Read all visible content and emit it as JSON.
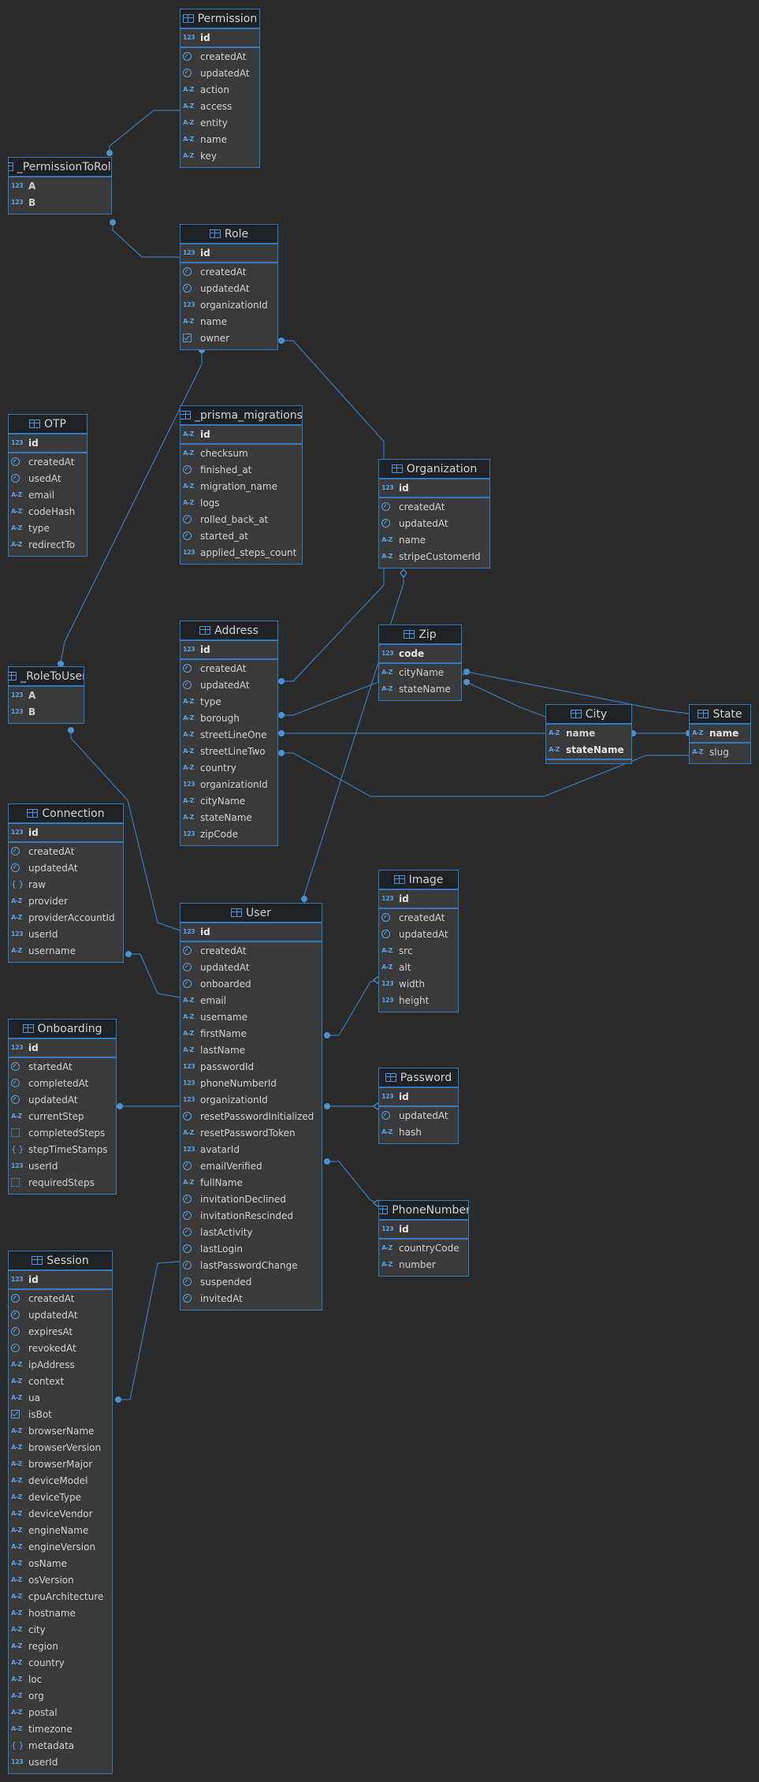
{
  "colors": {
    "background": "#2b2b2b",
    "accent": "#2f7bc4",
    "link": "#3a7ab8",
    "header": "#1f2124",
    "body": "#3a3a3a"
  },
  "icons": {
    "int": "123",
    "string": "A-Z",
    "date": "clock-icon",
    "bool": "checkbox-icon",
    "json": "{ }",
    "array": "array-icon",
    "table": "table-icon"
  },
  "tables": [
    {
      "id": "permission",
      "name": "Permission",
      "columns": [
        {
          "name": "id",
          "type": "int",
          "pk": true
        },
        {
          "name": "createdAt",
          "type": "date"
        },
        {
          "name": "updatedAt",
          "type": "date"
        },
        {
          "name": "action",
          "type": "string"
        },
        {
          "name": "access",
          "type": "string"
        },
        {
          "name": "entity",
          "type": "string"
        },
        {
          "name": "name",
          "type": "string"
        },
        {
          "name": "key",
          "type": "string"
        }
      ]
    },
    {
      "id": "permission-to-role",
      "name": "_PermissionToRole",
      "columns": [
        {
          "name": "A",
          "type": "int",
          "strong": true
        },
        {
          "name": "B",
          "type": "int",
          "strong": true
        }
      ]
    },
    {
      "id": "role",
      "name": "Role",
      "columns": [
        {
          "name": "id",
          "type": "int",
          "pk": true
        },
        {
          "name": "createdAt",
          "type": "date"
        },
        {
          "name": "updatedAt",
          "type": "date"
        },
        {
          "name": "organizationId",
          "type": "int"
        },
        {
          "name": "name",
          "type": "string"
        },
        {
          "name": "owner",
          "type": "bool"
        }
      ]
    },
    {
      "id": "otp",
      "name": "OTP",
      "columns": [
        {
          "name": "id",
          "type": "int",
          "pk": true
        },
        {
          "name": "createdAt",
          "type": "date"
        },
        {
          "name": "usedAt",
          "type": "date"
        },
        {
          "name": "email",
          "type": "string"
        },
        {
          "name": "codeHash",
          "type": "string"
        },
        {
          "name": "type",
          "type": "string"
        },
        {
          "name": "redirectTo",
          "type": "string"
        }
      ]
    },
    {
      "id": "prisma-migrations",
      "name": "_prisma_migrations",
      "columns": [
        {
          "name": "id",
          "type": "string",
          "pk": true
        },
        {
          "name": "checksum",
          "type": "string"
        },
        {
          "name": "finished_at",
          "type": "date"
        },
        {
          "name": "migration_name",
          "type": "string"
        },
        {
          "name": "logs",
          "type": "string"
        },
        {
          "name": "rolled_back_at",
          "type": "date"
        },
        {
          "name": "started_at",
          "type": "date"
        },
        {
          "name": "applied_steps_count",
          "type": "int"
        }
      ]
    },
    {
      "id": "organization",
      "name": "Organization",
      "columns": [
        {
          "name": "id",
          "type": "int",
          "pk": true
        },
        {
          "name": "createdAt",
          "type": "date"
        },
        {
          "name": "updatedAt",
          "type": "date"
        },
        {
          "name": "name",
          "type": "string"
        },
        {
          "name": "stripeCustomerId",
          "type": "string"
        }
      ]
    },
    {
      "id": "address",
      "name": "Address",
      "columns": [
        {
          "name": "id",
          "type": "int",
          "pk": true
        },
        {
          "name": "createdAt",
          "type": "date"
        },
        {
          "name": "updatedAt",
          "type": "date"
        },
        {
          "name": "type",
          "type": "string"
        },
        {
          "name": "borough",
          "type": "string"
        },
        {
          "name": "streetLineOne",
          "type": "string"
        },
        {
          "name": "streetLineTwo",
          "type": "string"
        },
        {
          "name": "country",
          "type": "string"
        },
        {
          "name": "organizationId",
          "type": "int"
        },
        {
          "name": "cityName",
          "type": "string"
        },
        {
          "name": "stateName",
          "type": "string"
        },
        {
          "name": "zipCode",
          "type": "int"
        }
      ]
    },
    {
      "id": "zip",
      "name": "Zip",
      "columns": [
        {
          "name": "code",
          "type": "int",
          "pk": true
        },
        {
          "name": "cityName",
          "type": "string"
        },
        {
          "name": "stateName",
          "type": "string"
        }
      ]
    },
    {
      "id": "city",
      "name": "City",
      "columns": [
        {
          "name": "name",
          "type": "string",
          "strong": true
        },
        {
          "name": "stateName",
          "type": "string",
          "pk": true
        }
      ]
    },
    {
      "id": "state",
      "name": "State",
      "columns": [
        {
          "name": "name",
          "type": "string",
          "pk": true
        },
        {
          "name": "slug",
          "type": "string"
        }
      ]
    },
    {
      "id": "role-to-user",
      "name": "_RoleToUser",
      "columns": [
        {
          "name": "A",
          "type": "int",
          "strong": true
        },
        {
          "name": "B",
          "type": "int",
          "strong": true
        }
      ]
    },
    {
      "id": "connection",
      "name": "Connection",
      "columns": [
        {
          "name": "id",
          "type": "int",
          "pk": true
        },
        {
          "name": "createdAt",
          "type": "date"
        },
        {
          "name": "updatedAt",
          "type": "date"
        },
        {
          "name": "raw",
          "type": "json"
        },
        {
          "name": "provider",
          "type": "string"
        },
        {
          "name": "providerAccountId",
          "type": "string"
        },
        {
          "name": "userId",
          "type": "int"
        },
        {
          "name": "username",
          "type": "string"
        }
      ]
    },
    {
      "id": "image",
      "name": "Image",
      "columns": [
        {
          "name": "id",
          "type": "int",
          "pk": true
        },
        {
          "name": "createdAt",
          "type": "date"
        },
        {
          "name": "updatedAt",
          "type": "date"
        },
        {
          "name": "src",
          "type": "string"
        },
        {
          "name": "alt",
          "type": "string"
        },
        {
          "name": "width",
          "type": "int"
        },
        {
          "name": "height",
          "type": "int"
        }
      ]
    },
    {
      "id": "user",
      "name": "User",
      "columns": [
        {
          "name": "id",
          "type": "int",
          "pk": true
        },
        {
          "name": "createdAt",
          "type": "date"
        },
        {
          "name": "updatedAt",
          "type": "date"
        },
        {
          "name": "onboarded",
          "type": "date"
        },
        {
          "name": "email",
          "type": "string"
        },
        {
          "name": "username",
          "type": "string"
        },
        {
          "name": "firstName",
          "type": "string"
        },
        {
          "name": "lastName",
          "type": "string"
        },
        {
          "name": "passwordId",
          "type": "int"
        },
        {
          "name": "phoneNumberId",
          "type": "int"
        },
        {
          "name": "organizationId",
          "type": "int"
        },
        {
          "name": "resetPasswordInitialized",
          "type": "date"
        },
        {
          "name": "resetPasswordToken",
          "type": "string"
        },
        {
          "name": "avatarId",
          "type": "int"
        },
        {
          "name": "emailVerified",
          "type": "date"
        },
        {
          "name": "fullName",
          "type": "string"
        },
        {
          "name": "invitationDeclined",
          "type": "date"
        },
        {
          "name": "invitationRescinded",
          "type": "date"
        },
        {
          "name": "lastActivity",
          "type": "date"
        },
        {
          "name": "lastLogin",
          "type": "date"
        },
        {
          "name": "lastPasswordChange",
          "type": "date"
        },
        {
          "name": "suspended",
          "type": "date"
        },
        {
          "name": "invitedAt",
          "type": "date"
        }
      ]
    },
    {
      "id": "onboarding",
      "name": "Onboarding",
      "columns": [
        {
          "name": "id",
          "type": "int",
          "pk": true
        },
        {
          "name": "startedAt",
          "type": "date"
        },
        {
          "name": "completedAt",
          "type": "date"
        },
        {
          "name": "updatedAt",
          "type": "date"
        },
        {
          "name": "currentStep",
          "type": "string"
        },
        {
          "name": "completedSteps",
          "type": "array"
        },
        {
          "name": "stepTimeStamps",
          "type": "json"
        },
        {
          "name": "userId",
          "type": "int"
        },
        {
          "name": "requiredSteps",
          "type": "array"
        }
      ]
    },
    {
      "id": "password",
      "name": "Password",
      "columns": [
        {
          "name": "id",
          "type": "int",
          "pk": true
        },
        {
          "name": "updatedAt",
          "type": "date"
        },
        {
          "name": "hash",
          "type": "string"
        }
      ]
    },
    {
      "id": "phone-number",
      "name": "PhoneNumber",
      "columns": [
        {
          "name": "id",
          "type": "int",
          "pk": true
        },
        {
          "name": "countryCode",
          "type": "string"
        },
        {
          "name": "number",
          "type": "string"
        }
      ]
    },
    {
      "id": "session",
      "name": "Session",
      "columns": [
        {
          "name": "id",
          "type": "int",
          "pk": true
        },
        {
          "name": "createdAt",
          "type": "date"
        },
        {
          "name": "updatedAt",
          "type": "date"
        },
        {
          "name": "expiresAt",
          "type": "date"
        },
        {
          "name": "revokedAt",
          "type": "date"
        },
        {
          "name": "ipAddress",
          "type": "string"
        },
        {
          "name": "context",
          "type": "string"
        },
        {
          "name": "ua",
          "type": "string"
        },
        {
          "name": "isBot",
          "type": "bool"
        },
        {
          "name": "browserName",
          "type": "string"
        },
        {
          "name": "browserVersion",
          "type": "string"
        },
        {
          "name": "browserMajor",
          "type": "string"
        },
        {
          "name": "deviceModel",
          "type": "string"
        },
        {
          "name": "deviceType",
          "type": "string"
        },
        {
          "name": "deviceVendor",
          "type": "string"
        },
        {
          "name": "engineName",
          "type": "string"
        },
        {
          "name": "engineVersion",
          "type": "string"
        },
        {
          "name": "osName",
          "type": "string"
        },
        {
          "name": "osVersion",
          "type": "string"
        },
        {
          "name": "cpuArchitecture",
          "type": "string"
        },
        {
          "name": "hostname",
          "type": "string"
        },
        {
          "name": "city",
          "type": "string"
        },
        {
          "name": "region",
          "type": "string"
        },
        {
          "name": "country",
          "type": "string"
        },
        {
          "name": "loc",
          "type": "string"
        },
        {
          "name": "org",
          "type": "string"
        },
        {
          "name": "postal",
          "type": "string"
        },
        {
          "name": "timezone",
          "type": "string"
        },
        {
          "name": "metadata",
          "type": "json"
        },
        {
          "name": "userId",
          "type": "int"
        }
      ]
    }
  ]
}
